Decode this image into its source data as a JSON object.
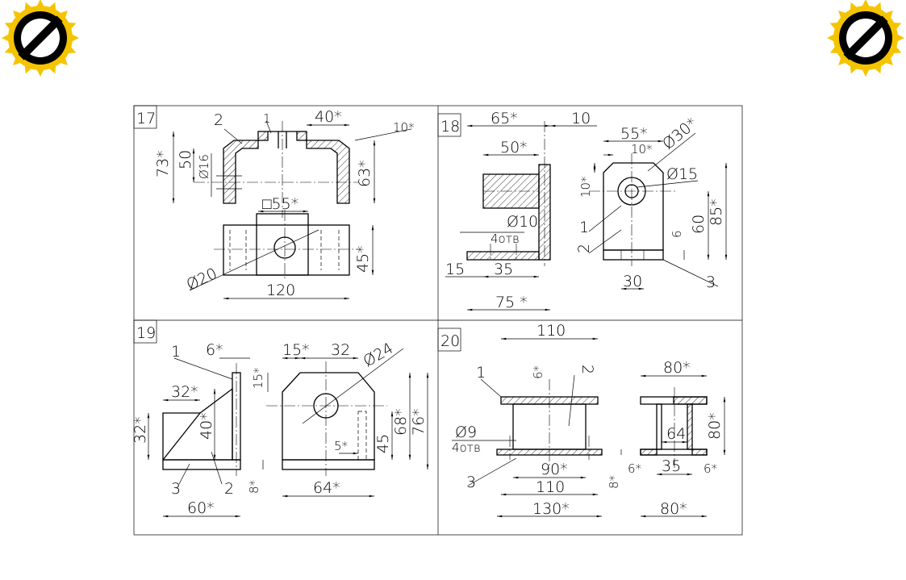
{
  "icons": {
    "badge_left": "no-entry-badge-icon",
    "badge_right": "no-entry-badge-icon",
    "badge_color": "#f5c400"
  },
  "panels": [
    {
      "number": "17",
      "dims": [
        "2",
        "1",
        "40*",
        "10*",
        "73*",
        "50",
        "Ø16",
        "63*",
        "□55*",
        "45*",
        "Ø20",
        "120"
      ]
    },
    {
      "number": "18",
      "dims": [
        "65*",
        "10",
        "55*",
        "Ø30*",
        "10*",
        "50*",
        "10*",
        "Ø15",
        "Ø10",
        "4отв",
        "1",
        "2",
        "6",
        "60",
        "85*",
        "15",
        "35",
        "30",
        "3",
        "75 *"
      ]
    },
    {
      "number": "19",
      "dims": [
        "1",
        "6*",
        "15*",
        "32",
        "Ø24",
        "32*",
        "15*",
        "32*",
        "40*",
        "68*",
        "76*",
        "45",
        "5*",
        "3",
        "2",
        "8*",
        "60*",
        "64*"
      ]
    },
    {
      "number": "20",
      "dims": [
        "110",
        "6*",
        "2",
        "1",
        "80*",
        "80*",
        "64",
        "Ø9",
        "4отв",
        "90*",
        "35",
        "6*",
        "6*",
        "8*",
        "3",
        "110",
        "130*",
        "80*"
      ]
    }
  ]
}
